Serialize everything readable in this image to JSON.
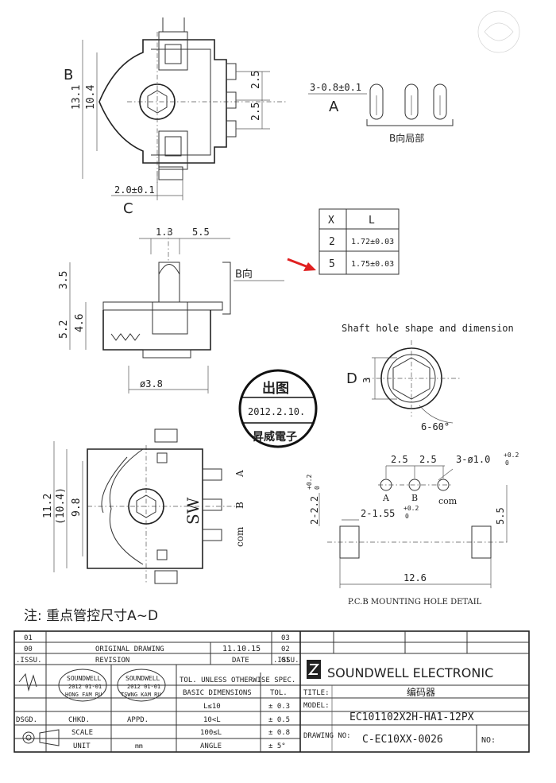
{
  "top_view": {
    "label_b": "B",
    "label_c": "C",
    "dim_height_outer": "13.1",
    "dim_height_inner": "10.4",
    "dim_pitch_1": "2.5",
    "dim_pitch_2": "2.5",
    "dim_pin_width": "2.0±0.1"
  },
  "detail_a": {
    "dim": "3-0.8±0.1",
    "label": "A",
    "caption": "B向局部"
  },
  "x_table": {
    "headers": [
      "X",
      "L"
    ],
    "rows": [
      {
        "x": "2",
        "l": "1.72±0.03"
      },
      {
        "x": "5",
        "l": "1.75±0.03"
      }
    ]
  },
  "side_view": {
    "dim_top_1": "1.3",
    "dim_top_2": "5.5",
    "label_b_dir": "B向",
    "dim_3_5": "3.5",
    "dim_5_2": "5.2",
    "dim_4_6": "4.6",
    "dim_diameter": "ø3.8"
  },
  "shaft": {
    "title": "Shaft hole shape and dimension",
    "label_d": "D",
    "dim_3": "3",
    "dim_angle": "6-60°"
  },
  "stamp": {
    "line1": "出图",
    "line2": "2012.2.10.",
    "line3": "昇威電子"
  },
  "front_view": {
    "dim_11_2": "11.2",
    "dim_10_4": "(10.4)",
    "dim_9_8": "9.8",
    "label_sw": "SW",
    "pin_a": "A",
    "pin_b": "B",
    "pin_com": "com"
  },
  "pcb": {
    "dim_2_5a": "2.5",
    "dim_2_5b": "2.5",
    "dim_holes": "3-ø1.0",
    "tol_holes_plus": "+0.2",
    "tol_holes_minus": "0",
    "dim_2_2": "2-2.2",
    "tol_2_2_plus": "+0.2",
    "tol_2_2_minus": "0",
    "dim_slot": "2-1.55",
    "tol_slot_plus": "+0.2",
    "tol_slot_minus": "0",
    "dim_5_5": "5.5",
    "dim_12_6": "12.6",
    "hole_a": "A",
    "hole_b": "B",
    "hole_com": "com",
    "caption": "P.C.B MOUNTING HOLE DETAIL"
  },
  "note": "注: 重点管控尺寸A~D",
  "title_block": {
    "rev_01": "01",
    "rev_00": "00",
    "rev_00_desc": "ORIGINAL DRAWING",
    "rev_00_date": "11.10.15",
    "col_issu": ".ISSU.",
    "col_revision": "REVISION",
    "col_date": "DATE",
    "col_issu2": ".ISSU.",
    "num_03": "03",
    "num_02": "02",
    "num_01": "01",
    "stamp_a1": "SOUNDWELL",
    "stamp_a2": "2012 01-01",
    "stamp_a3": "HONG FAM RU",
    "stamp_b1": "SOUNDWELL",
    "stamp_b2": "2012 01-01",
    "stamp_b3": "TSWNG KAM RU",
    "dsgd": "DSGD.",
    "chkd": "CHKD.",
    "appd": "APPD.",
    "scale": "SCALE",
    "unit": "UNIT",
    "unit_val": "mm",
    "tol_title": "TOL. UNLESS OTHERWISE SPEC.",
    "basic_dims": "BASIC DIMENSIONS",
    "tol_col": "TOL.",
    "tol_rows": [
      {
        "dim": "L≤10",
        "tol": "± 0.3"
      },
      {
        "dim": "10<L",
        "tol": "± 0.5"
      },
      {
        "dim": "100≤L",
        "tol": "± 0.8"
      },
      {
        "dim": "ANGLE",
        "tol": "± 5°"
      }
    ],
    "company": "SOUNDWELL  ELECTRONIC",
    "title_label": "TITLE:",
    "title_value": "编码器",
    "model_label": "MODEL:",
    "model_value": "EC101102X2H-HA1-12PX",
    "drawing_label": "DRAWING NO:",
    "drawing_value": "C-EC10XX-0026",
    "no_label": "NO:"
  }
}
